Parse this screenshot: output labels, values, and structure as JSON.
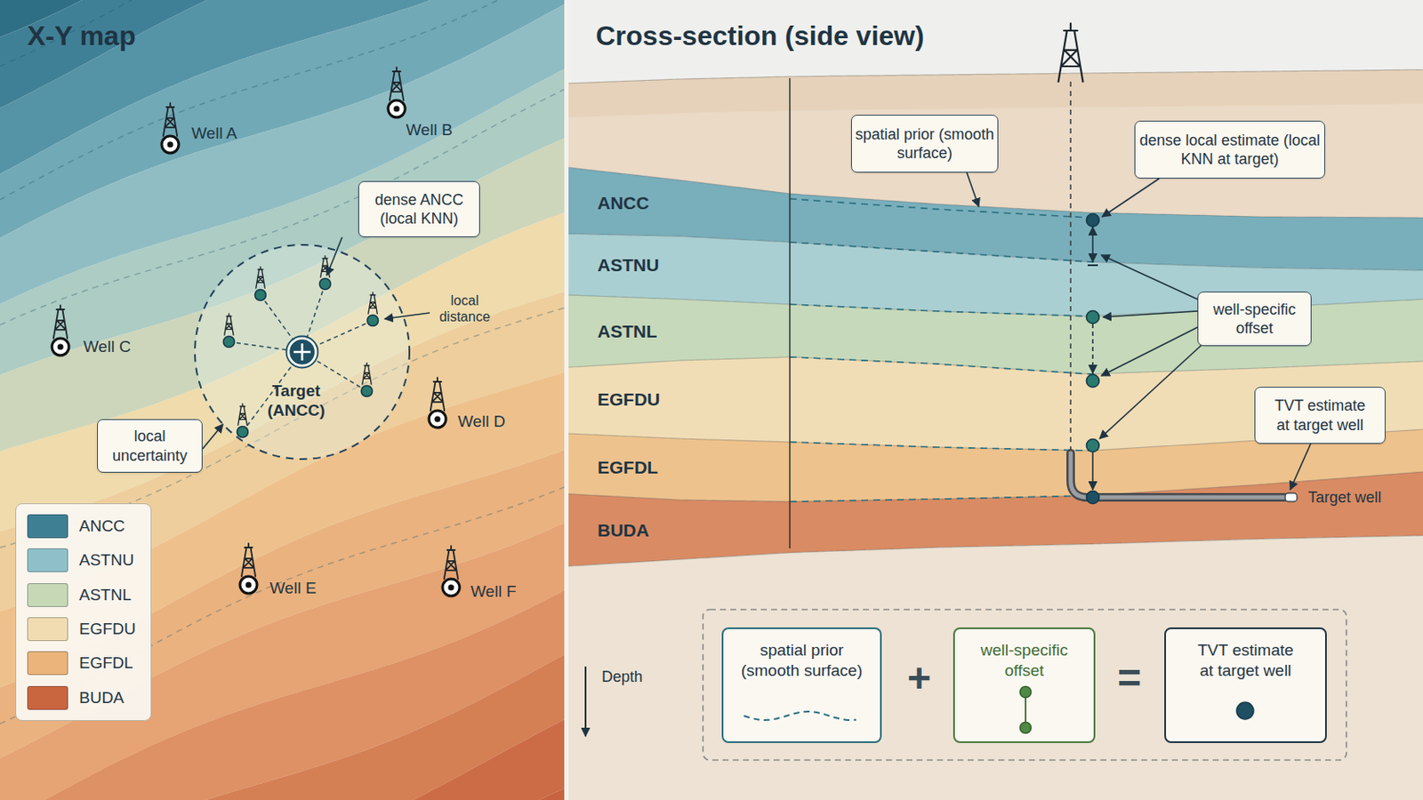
{
  "diagram": {
    "nodes": [
      {
        "text": [
          "dense ANCC (local KNN)"
        ]
      },
      {
        "text": [
          "local uncertainty"
        ]
      },
      {
        "text": [
          "spatial prior (smooth surface)"
        ]
      },
      {
        "text": [
          "dense local estimate (local KNN at target)"
        ]
      },
      {
        "text": [
          "well-specific offset"
        ]
      },
      {
        "text": [
          "TVT estimate at target well"
        ]
      },
      {
        "text": [
          "spatial prior (smooth surface)"
        ]
      },
      {
        "text": [
          "well-specific offset"
        ]
      },
      {
        "text": [
          "TVT estimate at target well"
        ]
      }
    ],
    "labels": [
      "X-Y map",
      "Well A",
      "Well B",
      "Well C",
      "Well D",
      "Well E",
      "Well F",
      "local distance",
      "Target (ANCC)",
      "Cross-section (side view)",
      "ANCC",
      "ASTNU",
      "ASTNL",
      "EGFDU",
      "EGFDL",
      "BUDA",
      "Target well",
      "+",
      "=",
      "Depth"
    ],
    "legend": [
      {
        "text": "ANCC",
        "color": "#3f7f93"
      },
      {
        "text": "ASTNU",
        "color": "#8fc0c9"
      },
      {
        "text": "ASTNL",
        "color": "#c6d8b6"
      },
      {
        "text": "EGFDU",
        "color": "#f0dcb0"
      },
      {
        "text": "EGFDL",
        "color": "#eab47a"
      },
      {
        "text": "BUDA",
        "color": "#c9653f"
      }
    ]
  }
}
